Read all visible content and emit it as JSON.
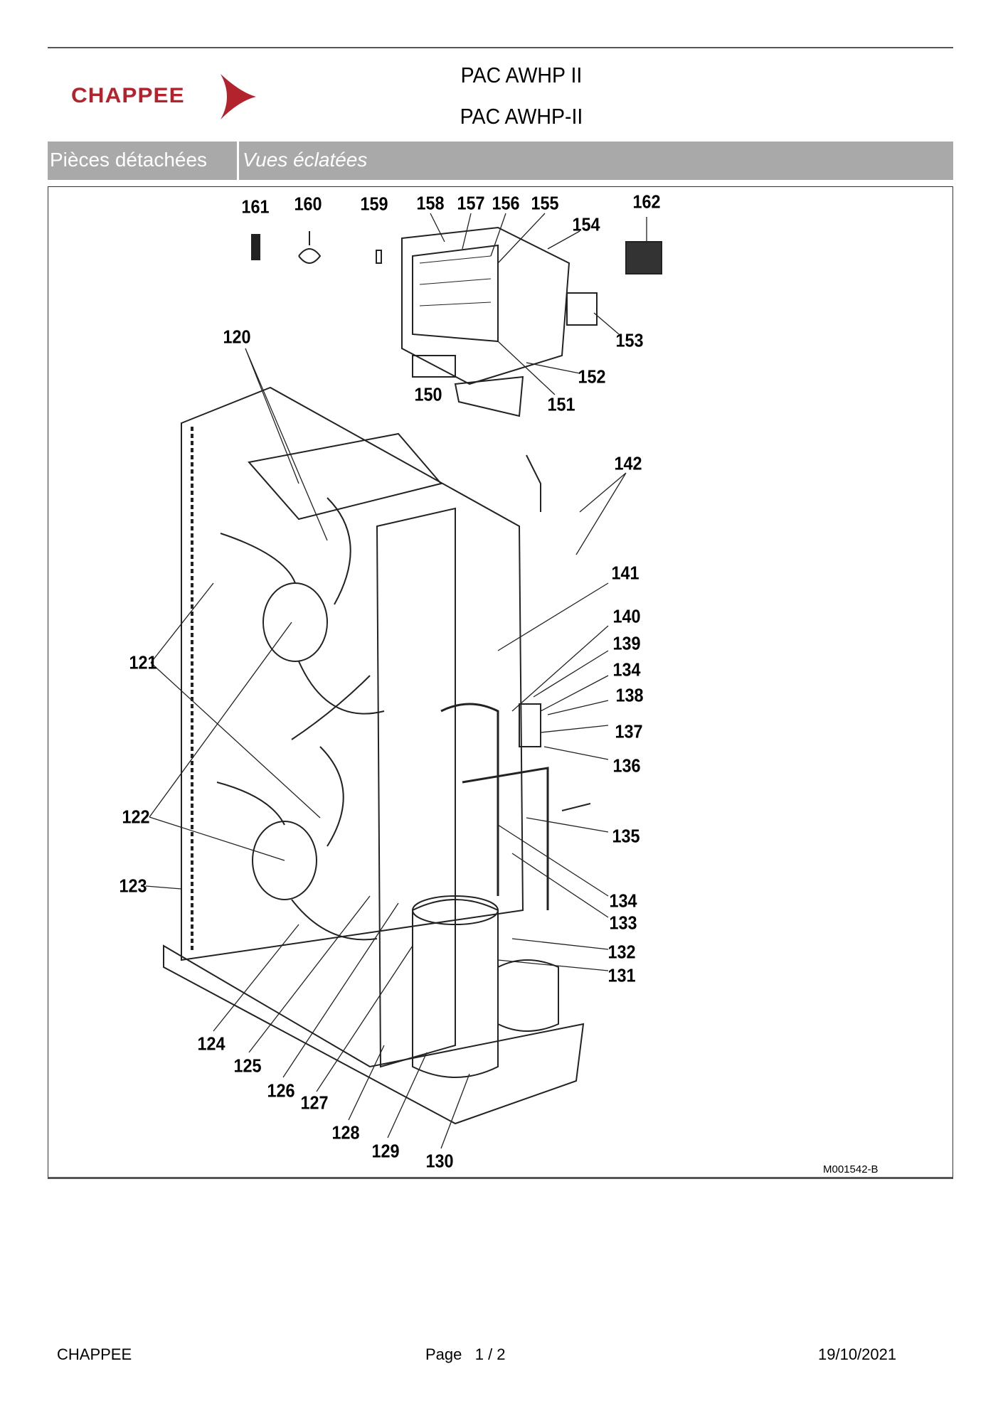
{
  "header": {
    "brand": "CHAPPEE",
    "title_line1": "PAC AWHP II",
    "title_line2": "PAC AWHP-II",
    "brand_color": "#b3232e"
  },
  "section_bar": {
    "category": "Pièces détachées",
    "view": "Vues éclatées"
  },
  "diagram": {
    "reference": "M001542-B",
    "labels": [
      "161",
      "160",
      "159",
      "158",
      "157",
      "156",
      "155",
      "162",
      "154",
      "153",
      "152",
      "151",
      "150",
      "120",
      "142",
      "141",
      "140",
      "139",
      "134",
      "138",
      "137",
      "136",
      "121",
      "122",
      "135",
      "123",
      "134",
      "133",
      "132",
      "131",
      "124",
      "125",
      "126",
      "127",
      "128",
      "129",
      "130"
    ]
  },
  "footer": {
    "brand": "CHAPPEE",
    "page_label": "Page",
    "page": "1 / 2",
    "date": "19/10/2021"
  }
}
